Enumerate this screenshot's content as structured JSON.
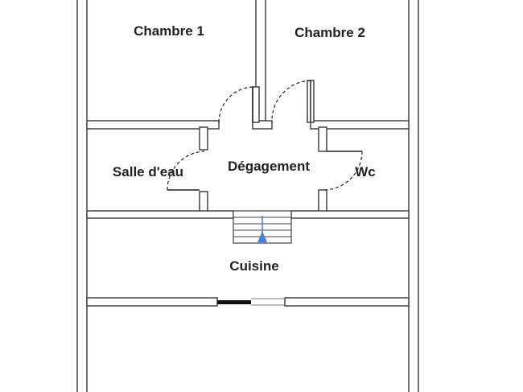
{
  "rooms": {
    "chambre1": "Chambre 1",
    "chambre2": "Chambre 2",
    "salle_deau": "Salle d'eau",
    "degagement": "Dégagement",
    "wc": "Wc",
    "cuisine": "Cuisine"
  },
  "colors": {
    "wall_fill": "#ffffff",
    "wall_stroke": "#444444",
    "door_swing": "#222222",
    "stair_arrow": "#4a7fd4",
    "window_dark": "#111111"
  }
}
